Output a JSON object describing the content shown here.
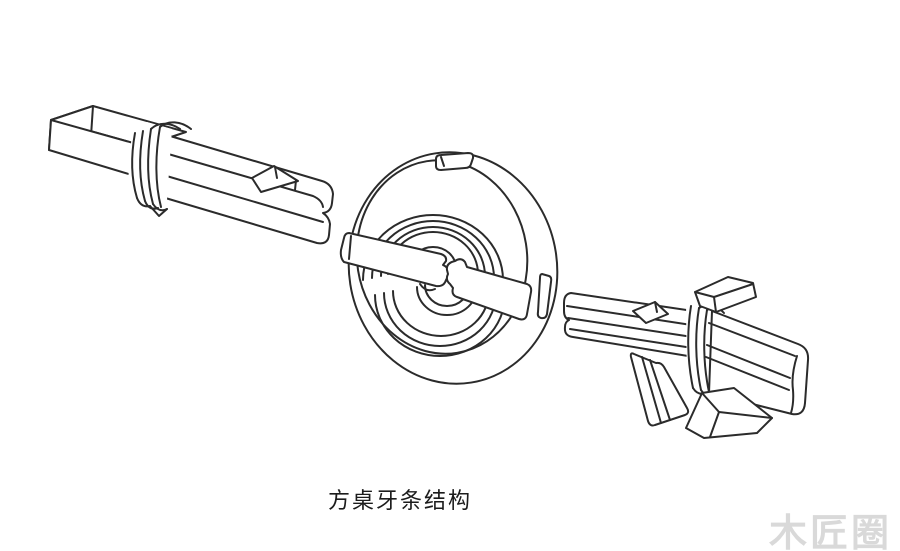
{
  "caption": {
    "text": "方桌牙条结构"
  },
  "watermark": {
    "text": "木匠圈"
  },
  "style": {
    "background_color": "#ffffff",
    "line_color": "#2b2b2b",
    "caption_color": "#1c1c1c",
    "watermark_color": "#d9d9d9"
  },
  "diagram": {
    "type": "exploded-joinery-line-drawing",
    "parts": [
      {
        "name": "left-apron-rail-with-tenon"
      },
      {
        "name": "round-leg-top-with-cross-mortise"
      },
      {
        "name": "right-apron-rail-with-tenon"
      },
      {
        "name": "spline-plate"
      },
      {
        "name": "wedge-block-top"
      },
      {
        "name": "wedge-block-bottom"
      }
    ]
  }
}
